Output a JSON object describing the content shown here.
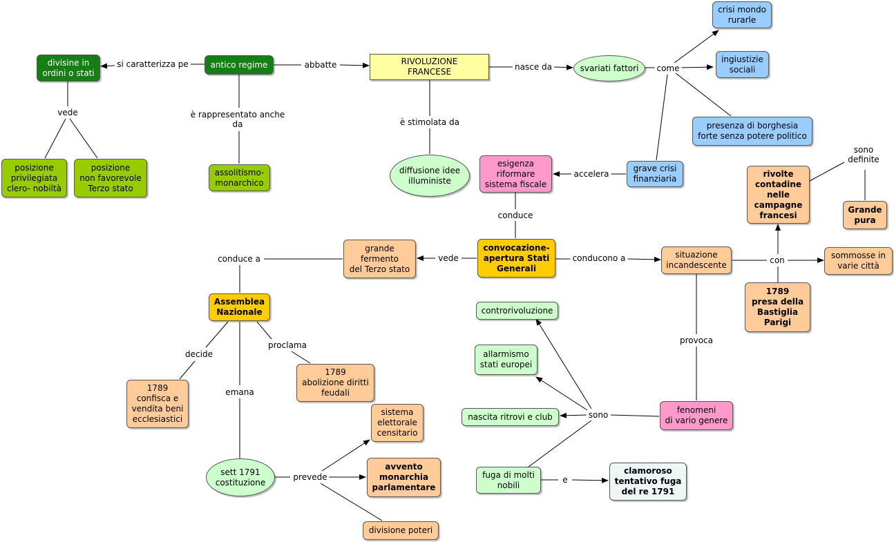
{
  "nodes": {
    "divisine": "divisine in\nordini o stati",
    "antico": "antico regime",
    "rivoluzione": "RIVOLUZIONE\nFRANCESE",
    "svariati": "svariati fattori",
    "crisi_mondo": "crisi mondo\nrurarle",
    "ingiustizie": "ingiustizie\nsociali",
    "presenza": "presenza di borghesia\nforte senza potere politico",
    "privilegiata": "posizione\nprivilegiata\nclero- nobiltà",
    "non_favorevole": "posizione\nnon favorevole\nTerzo stato",
    "assolutismo": "assolitismo-\nmonarchico",
    "diffusione": "diffusione idee\nilluministe",
    "esigenza": "esigenza\nriformare\nsistema fiscale",
    "grave_crisi": "grave crisi\nfinanziaria",
    "rivolte": "rivolte\ncontadine\nnelle\ncampagne\nfrancesi",
    "grande_pura": "Grande\npura",
    "grande_fermento": "grande\nfermento\ndel Terzo stato",
    "convocazione": "convocazione-\napertura Stati\nGenerali",
    "situazione": "situazione\nincandescente",
    "sommosse": "sommosse in\nvarie città",
    "bastiglia": "1789\npresa della\nBastiglia\nParigi",
    "assemblea": "Assemblea\nNazionale",
    "controrivoluzione": "controrivoluzione",
    "allarmismo": "allarmismo\nstati europei",
    "abolizione": "1789\nabolizione diritti\nfeudali",
    "confisca": "1789\nconfisca e\nvendita beni\necclesiastici",
    "nascita": "nascita ritrovi e club",
    "fenomeni": "fenomeni\ndi vario genere",
    "sistema": "sistema\nelettorale\ncensitario",
    "costituzione": "sett 1791\ncostituzione",
    "avvento": "avvento\nmonarchia\nparlamentare",
    "fuga": "fuga di molti\nnobili",
    "clamoroso": "clamoroso\ntentativo fuga\ndel re 1791",
    "divisione": "divisione poteri"
  },
  "labels": {
    "caratterizza": "si caratterizza pe",
    "abbatte": "abbatte",
    "nasce_da": "nasce da",
    "come": "come",
    "vede_top": "vede",
    "rappresentato": "è rappresentato anche\nda",
    "stimolata": "è stimolata da",
    "accelera": "accelera",
    "sono_definite": "sono\ndefinite",
    "conduce": "conduce",
    "conduce_a": "conduce a",
    "vede_mid": "vede",
    "conducono_a": "conducono a",
    "con": "con",
    "provoca": "provoca",
    "decide": "decide",
    "proclama": "proclama",
    "emana": "emana",
    "sono": "sono",
    "prevede": "prevede",
    "e": "e"
  },
  "colors": {
    "dark_green": "#157e15",
    "light_green": "#99cc00",
    "yellow": "#ffffa0",
    "pale_green": "#ccffcc",
    "blue": "#99ccff",
    "pink": "#ff99cc",
    "orange": "#ffcc99",
    "gold": "#ffcc00",
    "line": "#000000"
  }
}
